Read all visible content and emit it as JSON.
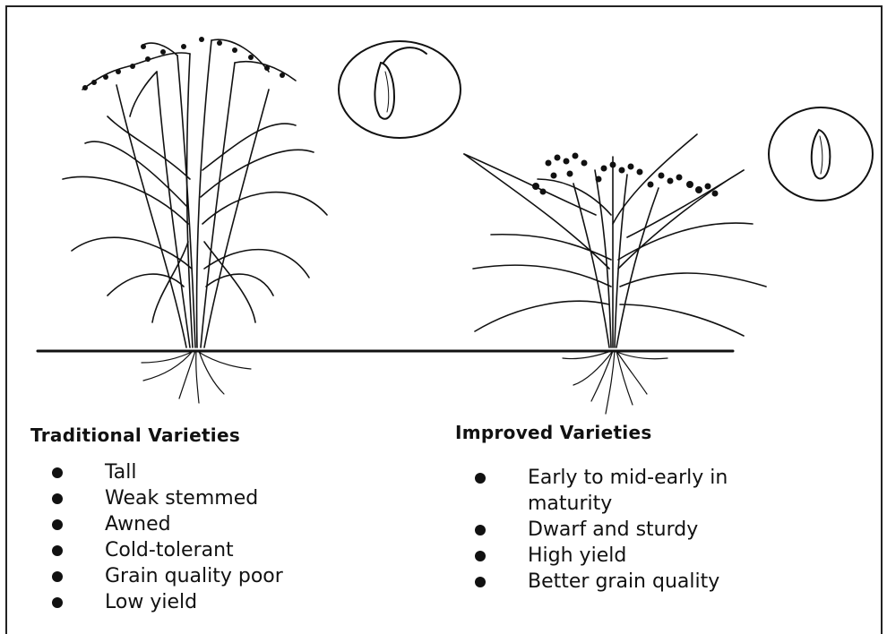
{
  "traditional": {
    "heading": "Traditional Varieties",
    "traits": [
      "Tall",
      "Weak stemmed",
      "Awned",
      "Cold-tolerant",
      "Grain quality poor",
      "Low yield"
    ]
  },
  "improved": {
    "heading": "Improved Varieties",
    "traits": [
      "Early to mid-early in maturity",
      "Dwarf and sturdy",
      "High yield",
      "Better grain quality"
    ]
  },
  "illustrations": {
    "left_plant": "tall-rice-plant-illustration",
    "left_grain": "awned-grain-icon",
    "right_plant": "dwarf-rice-plant-illustration",
    "right_grain": "awnless-grain-icon",
    "ground": "ground-line"
  }
}
